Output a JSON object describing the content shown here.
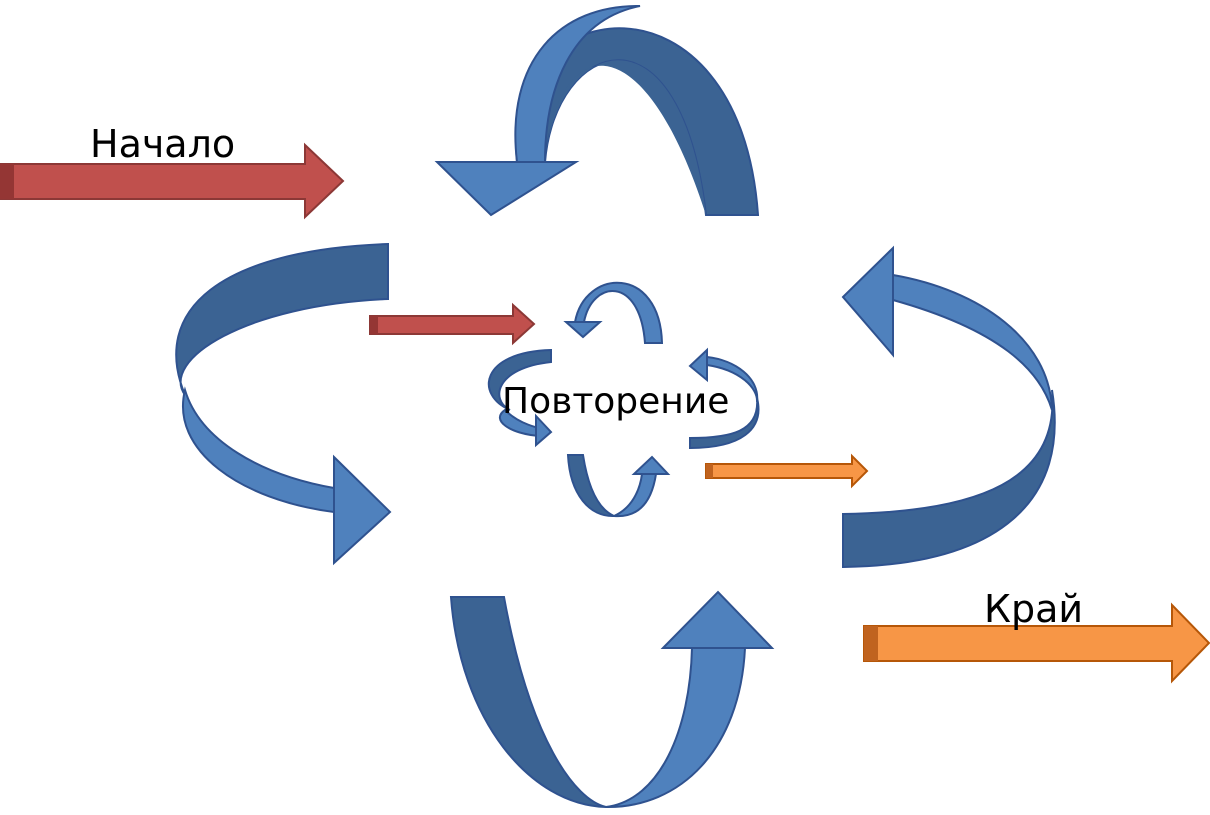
{
  "labels": {
    "start": "Начало",
    "repeat": "Повторение",
    "end": "Край"
  },
  "colors": {
    "blue_light": "#4f81bd",
    "blue_dark": "#3b6393",
    "blue_outline": "#2f528f",
    "red": "#c0504d",
    "red_dark": "#943634",
    "red_outline": "#8c3836",
    "orange": "#f79646",
    "orange_dark": "#c0631f",
    "orange_outline": "#b65708"
  }
}
